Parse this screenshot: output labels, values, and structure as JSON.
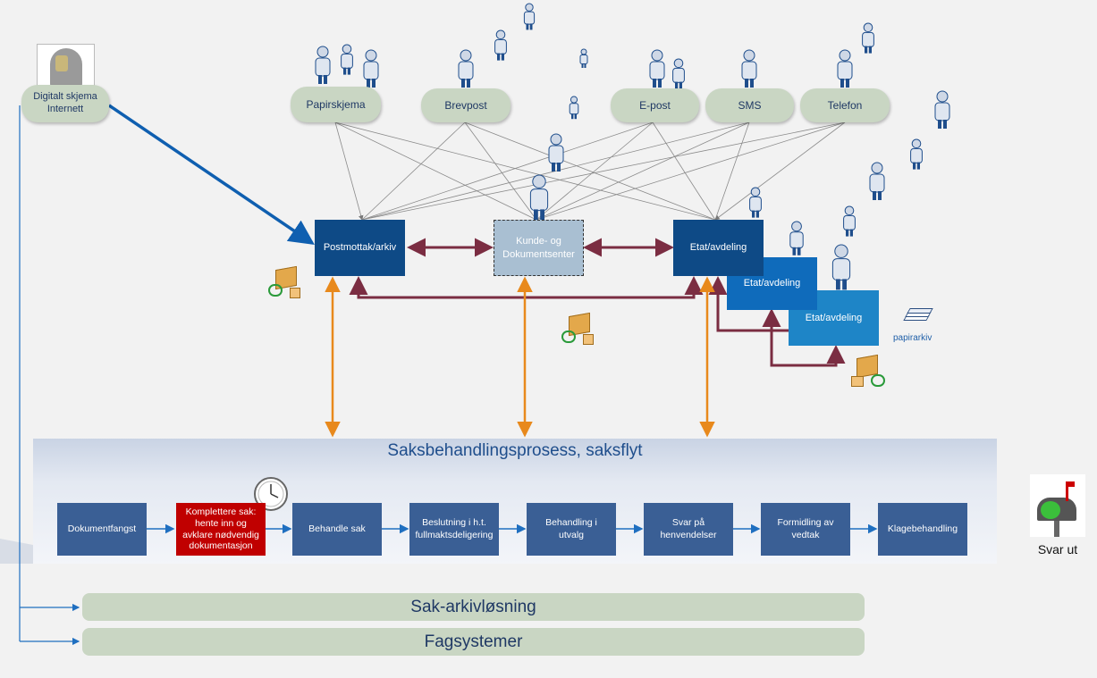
{
  "digital": {
    "line1": "Digitalt skjema",
    "line2": "Internett"
  },
  "channels": [
    {
      "id": "papirskjema",
      "label": "Papirskjema"
    },
    {
      "id": "brevpost",
      "label": "Brevpost"
    },
    {
      "id": "epost",
      "label": "E-post"
    },
    {
      "id": "sms",
      "label": "SMS"
    },
    {
      "id": "telefon",
      "label": "Telefon"
    }
  ],
  "nodes": {
    "postmottak": "Postmottak/arkiv",
    "kunde_line1": "Kunde- og",
    "kunde_line2": "Dokumentsenter",
    "etat1": "Etat/avdeling",
    "etat2": "Etat/avdeling",
    "etat3": "Etat/avdeling"
  },
  "papirarkiv": "papirarkiv",
  "process": {
    "title": "Saksbehandlingsprosess, saksflyt",
    "steps": [
      {
        "id": "dokumentfangst",
        "lines": [
          "Dokumentfangst"
        ],
        "highlight": false
      },
      {
        "id": "komplettere",
        "lines": [
          "Komplettere sak:",
          "hente inn og",
          "avklare nødvendig",
          "dokumentasjon"
        ],
        "highlight": true
      },
      {
        "id": "behandle",
        "lines": [
          "Behandle sak"
        ],
        "highlight": false
      },
      {
        "id": "beslutning",
        "lines": [
          "Beslutning i h.t.",
          "fullmaktsdeligering"
        ],
        "highlight": false
      },
      {
        "id": "behandling-utvalg",
        "lines": [
          "Behandling i",
          "utvalg"
        ],
        "highlight": false
      },
      {
        "id": "svar",
        "lines": [
          "Svar på",
          "henvendelser"
        ],
        "highlight": false
      },
      {
        "id": "formidling",
        "lines": [
          "Formidling av",
          "vedtak"
        ],
        "highlight": false
      },
      {
        "id": "klage",
        "lines": [
          "Klagebehandling"
        ],
        "highlight": false
      }
    ]
  },
  "svar_ut": "Svar ut",
  "bars": {
    "sak_arkiv": "Sak-arkivløsning",
    "fagsystemer": "Fagsystemer"
  },
  "colors": {
    "dark_blue": "#0e4a86",
    "mid_blue": "#0f6bbb",
    "light_blue": "#1e85c7",
    "maroon": "#7b2d42",
    "orange": "#e8891c",
    "green_pill": "#c9d6c3",
    "red_step": "#c00000"
  }
}
